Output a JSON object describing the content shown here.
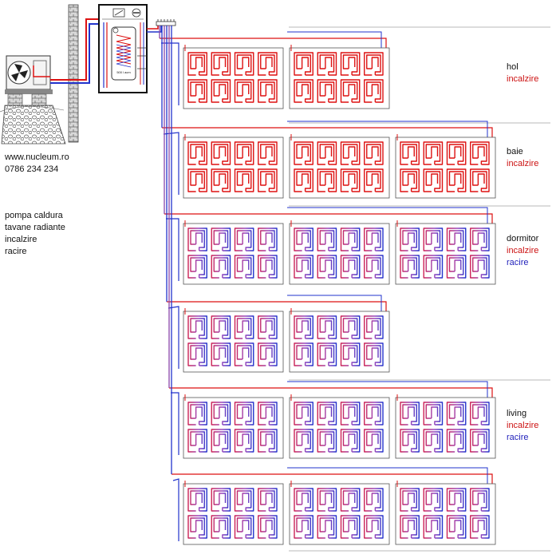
{
  "contact": {
    "website": "www.nucleum.ro",
    "phone": "0786 234 234"
  },
  "description": {
    "line1": "pompa caldura",
    "line2": "tavane radiante",
    "line3": "incalzire",
    "line4": "racire"
  },
  "unit": {
    "tank_label": "500 l acm"
  },
  "zones": [
    {
      "name": "hol",
      "mode1": "incalzire",
      "mode2": ""
    },
    {
      "name": "baie",
      "mode1": "incalzire",
      "mode2": ""
    },
    {
      "name": "dormitor",
      "mode1": "incalzire",
      "mode2": "racire"
    },
    {
      "name": "living",
      "mode1": "incalzire",
      "mode2": "racire"
    }
  ],
  "colors": {
    "heating": "#dd1111",
    "cooling": "#2233cc",
    "mixed": "#8844aa",
    "wall": "#666666"
  }
}
